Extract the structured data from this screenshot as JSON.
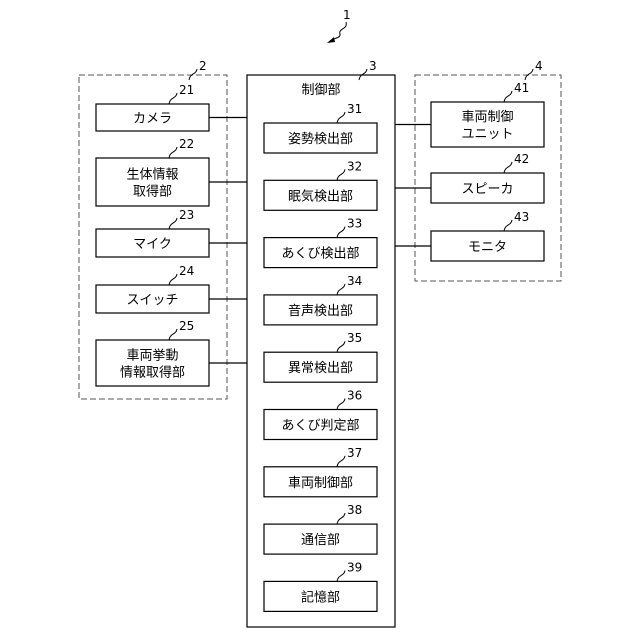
{
  "figure_ref": "1",
  "groups": {
    "inputs": {
      "ref": "2"
    },
    "control": {
      "ref": "3",
      "title": "制御部"
    },
    "outputs": {
      "ref": "4"
    }
  },
  "inputs": [
    {
      "ref": "21",
      "lines": [
        "カメラ"
      ]
    },
    {
      "ref": "22",
      "lines": [
        "生体情報",
        "取得部"
      ]
    },
    {
      "ref": "23",
      "lines": [
        "マイク"
      ]
    },
    {
      "ref": "24",
      "lines": [
        "スイッチ"
      ]
    },
    {
      "ref": "25",
      "lines": [
        "車両挙動",
        "情報取得部"
      ]
    }
  ],
  "control_units": [
    {
      "ref": "31",
      "lines": [
        "姿勢検出部"
      ]
    },
    {
      "ref": "32",
      "lines": [
        "眠気検出部"
      ]
    },
    {
      "ref": "33",
      "lines": [
        "あくび検出部"
      ]
    },
    {
      "ref": "34",
      "lines": [
        "音声検出部"
      ]
    },
    {
      "ref": "35",
      "lines": [
        "異常検出部"
      ]
    },
    {
      "ref": "36",
      "lines": [
        "あくび判定部"
      ]
    },
    {
      "ref": "37",
      "lines": [
        "車両制御部"
      ]
    },
    {
      "ref": "38",
      "lines": [
        "通信部"
      ]
    },
    {
      "ref": "39",
      "lines": [
        "記憶部"
      ]
    }
  ],
  "outputs": [
    {
      "ref": "41",
      "lines": [
        "車両制御",
        "ユニット"
      ]
    },
    {
      "ref": "42",
      "lines": [
        "スピーカ"
      ]
    },
    {
      "ref": "43",
      "lines": [
        "モニタ"
      ]
    }
  ]
}
